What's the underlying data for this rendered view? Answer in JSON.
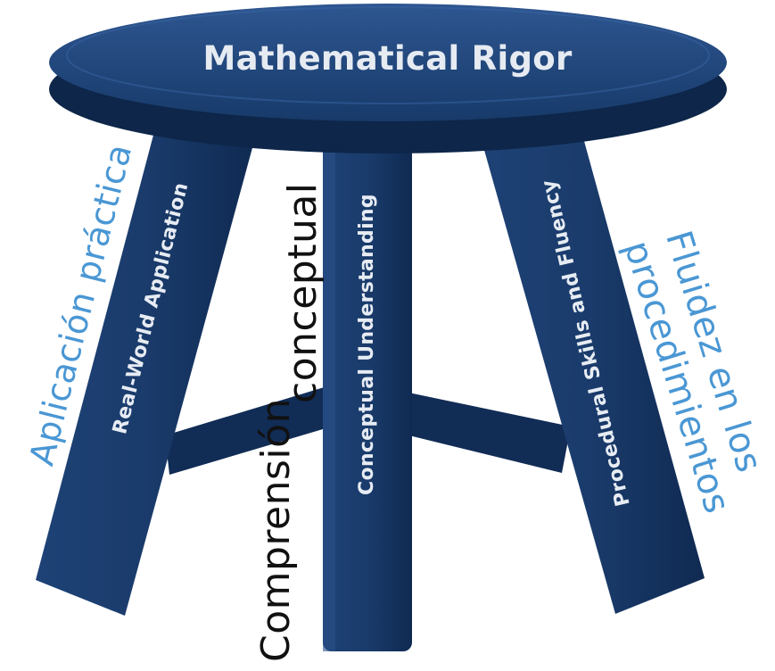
{
  "seat": {
    "title": "Mathematical Rigor"
  },
  "legs": {
    "left": "Real-World Application",
    "center": "Conceptual Understanding",
    "right": "Procedural Skills and Fluency"
  },
  "annotations": {
    "left": "Aplicación práctica",
    "center_line1": "Comprensión",
    "center_line2": "conceptual",
    "right_line1": "Fluidez en los",
    "right_line2": "procedimientos"
  },
  "colors": {
    "wood_dark": "#0f2a52",
    "wood_mid": "#1b3d6e",
    "wood_light": "#2b5289",
    "annotation_blue": "#4a97d4",
    "annotation_black": "#111111"
  }
}
